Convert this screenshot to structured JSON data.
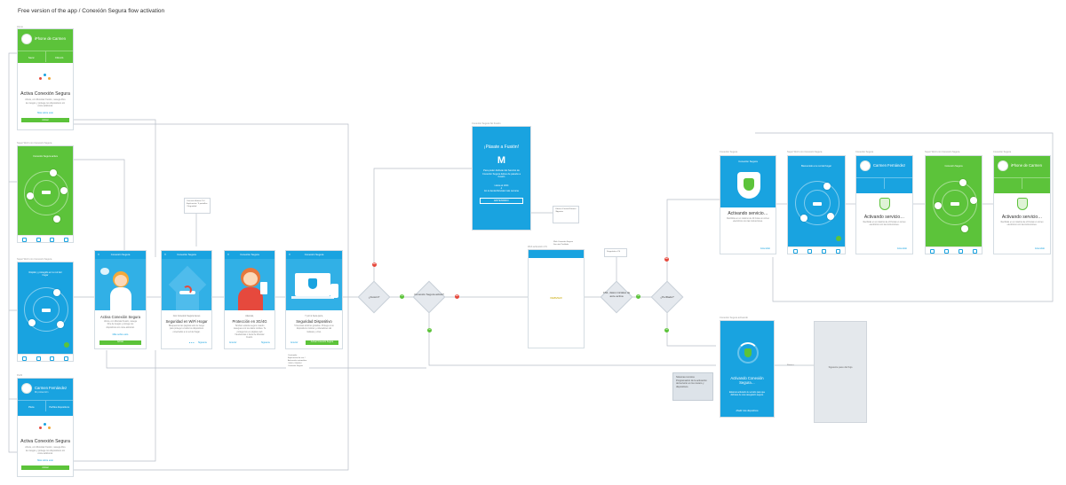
{
  "page": {
    "title": "Free version of the app / Conexión Segura flow activation"
  },
  "colors": {
    "green": "#5cc33a",
    "blue": "#19a3e0",
    "red": "#e6493d",
    "flow_line": "#b5bcc4"
  },
  "left_column": {
    "home_promo": {
      "user_name": "iPhone de Carmen",
      "tile_left": "Savar",
      "tile_right": "Filtreció",
      "promo_title": "Activa Conexión Segura",
      "promo_desc": "Ahora, con Movistar Fusión, navega libre de riesgos y protege tus dispositivos sin coste adicional.",
      "promo_link": "Más sobre esto",
      "promo_button": "Activar"
    },
    "home_devices_green": {
      "caption": "Super Wi-Fi con Conexión Segura",
      "header": "Conexión Segura activa"
    },
    "home_devices_blue": {
      "caption": "Super Wi-Fi con Conexión Segura",
      "header": "Rápido y protegido en tu red del hogar"
    },
    "profile_promo": {
      "user_name": "Carmen Fernández",
      "subtitle": "Mi protección",
      "tile_left": "Plaza",
      "tile_right": "Perfiles dispositivos",
      "promo_title": "Activa Conexión Segura",
      "promo_desc": "Ahora, con Movistar Fusión, navega libre de riesgos y protege tus dispositivos sin coste adicional.",
      "promo_link": "Más sobre esto",
      "promo_button": "Activar"
    }
  },
  "onboarding": [
    {
      "header": "Conexión Segura",
      "kicker": "",
      "title": "Activa Conexión Segura",
      "desc": "Ahora, con Movistar Fusión, navega libre de riesgos y protege tus dispositivos sin coste adicional.",
      "link": "Más sobre esto",
      "button": "Activar"
    },
    {
      "header": "Conexión Segura",
      "kicker": "Con Conexión Segura tienes",
      "title": "Seguridad en WiFi Hogar",
      "desc": "Bloqueamos las páginas web de riesgo para proteger a todos los dispositivos conectados a tu red del hogar.",
      "prev": "",
      "next": "Siguiente"
    },
    {
      "header": "Conexión Segura",
      "kicker": "Además,",
      "title": "Protección en 3G/4G",
      "desc": "También estarás seguro cuando navegues con tus datos móviles. Te protegemos en páginas web fraudulentas o fuera de Movistar Fusión.",
      "prev": "Anterior",
      "next": "Siguiente"
    },
    {
      "header": "Conexión Segura",
      "kicker": "Y por si fuera poco,",
      "title": "Seguridad Dispositivo",
      "desc": "5 licencias antivirus gratuitas. Protege a tus dispositivos móviles y ordenadores del malware y virus.",
      "prev": "Anterior",
      "button": "Activar Conexión Segura"
    }
  ],
  "flow": {
    "decision_1": "¿Fusión?",
    "decision_2": "Conexión Segura activa?",
    "decision_3": "CS1, datos iniciales de acce activa",
    "decision_4": "¿Perfilado?",
    "fusion_screen": {
      "caption": "Conexión Segura No Fusión",
      "title": "¡Pásate a Fusión!",
      "brand": "M",
      "desc": "Para poder disfrutar del Servicio de Conexión Segura debes de pasarte a Fusión",
      "alt": "Llama al 1004",
      "or": "ó",
      "alt2": "En tu tienda Movistar más cercana",
      "button": "ENTENDIDO"
    },
    "fusion_note": "Oferta a Fusión Número / Agentes",
    "webview_screen": {
      "caption": "Web activación CS",
      "label": "WEBVIEW"
    },
    "webview_note": "Web Conexión Segura Sección Perfilado",
    "decision_3_note": "Diagnóstico CS",
    "onboarding_note": "Carrusel: Activar CS / Explicación / 3 pantallas / Seguridad",
    "onboarding_list": "Contenido: Explicación de uso / Activación automática / Wi-Fi / 3G/4G / Conexión Segura"
  },
  "activating_top": [
    {
      "caption": "Conexión Segura",
      "header": "Conexión Segura",
      "title": "Activando servicio…",
      "desc": "Recibirás en un máximo de 24 horas un correo electrónico con las instrucciones.",
      "link": "Entendido"
    },
    {
      "caption": "Super Wi-Fi con Conexión Segura",
      "header": "Bienvenido a tu red del hogar",
      "title": "",
      "desc": "",
      "link": ""
    },
    {
      "caption": "Conexión Segura",
      "header": "Carmen Fernández",
      "title": "Activando servicio…",
      "desc": "Recibirás en un máximo de 24 horas un correo electrónico con las instrucciones.",
      "link": "Entendido"
    },
    {
      "caption": "Super Wi-Fi con Conexión Segura",
      "header": "Conexión Segura",
      "title": "",
      "desc": "",
      "link": ""
    },
    {
      "caption": "Conexión Segura",
      "header": "iPhone de Carmen",
      "title": "Activando servicio…",
      "desc": "Recibirás en un máximo de 24 horas un correo electrónico con las instrucciones.",
      "link": "Entendido"
    }
  ],
  "activating_bottom": {
    "caption": "Conexión Segura activando",
    "title": "Activando Conexión Segura…",
    "desc": "Estamos activando tu servicio para que disfrutes de una navegación segura.",
    "link": "Añadir más dispositivos",
    "note_title": "Sistemas remotos",
    "note_body": "Programación de la activación del servicio en los routers y dispositivos.",
    "after_note": "Pasar a",
    "panel_text": "Siguiente paso del flujo"
  }
}
